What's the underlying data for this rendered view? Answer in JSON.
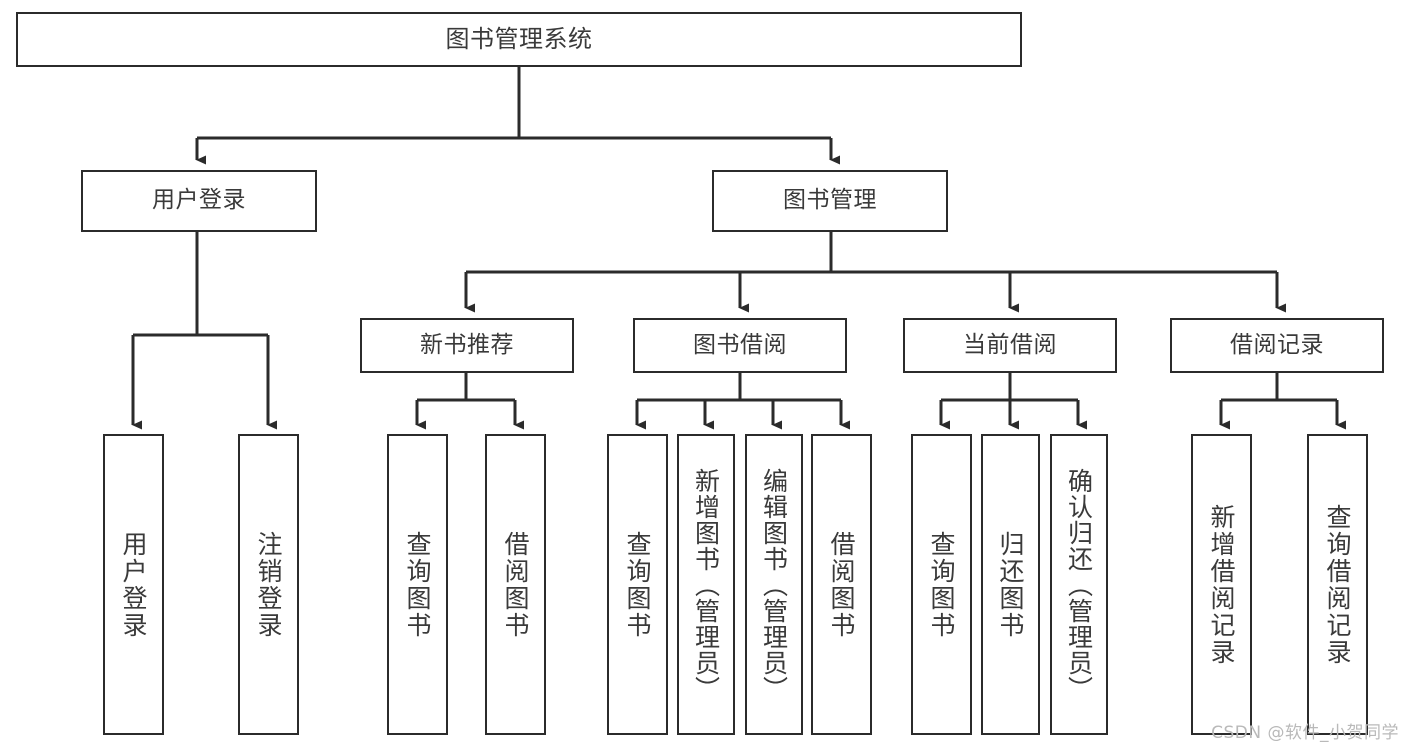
{
  "diagram": {
    "title": "图书管理系统",
    "type": "tree-hierarchy-chart",
    "orientation": "top-down",
    "colors": {
      "background": "#ffffff",
      "node_border": "#2b2b2b",
      "node_fill": "#ffffff",
      "text": "#3a3a3a",
      "edge": "#2b2b2b",
      "watermark": "#b9b9b9"
    }
  },
  "nodes": {
    "root": {
      "label": "图书管理系统"
    },
    "level1": [
      {
        "id": "user-login",
        "label": "用户登录"
      },
      {
        "id": "book-manage",
        "label": "图书管理"
      }
    ],
    "level2": [
      {
        "id": "new-book-recommend",
        "label": "新书推荐"
      },
      {
        "id": "book-borrow",
        "label": "图书借阅"
      },
      {
        "id": "current-borrow",
        "label": "当前借阅"
      },
      {
        "id": "borrow-record",
        "label": "借阅记录"
      }
    ],
    "leaves": {
      "user_login": [
        {
          "id": "leaf-user-login",
          "label": "用户登录"
        },
        {
          "id": "leaf-logout",
          "label": "注销登录"
        }
      ],
      "new_book_recommend": [
        {
          "id": "leaf-query-book-1",
          "label": "查询图书"
        },
        {
          "id": "leaf-borrow-book-1",
          "label": "借阅图书"
        }
      ],
      "book_borrow": [
        {
          "id": "leaf-query-book-2",
          "label": "查询图书"
        },
        {
          "id": "leaf-add-book",
          "label": "新增图书（管理员）"
        },
        {
          "id": "leaf-edit-book",
          "label": "编辑图书（管理员）"
        },
        {
          "id": "leaf-borrow-book-2",
          "label": "借阅图书"
        }
      ],
      "current_borrow": [
        {
          "id": "leaf-query-book-3",
          "label": "查询图书"
        },
        {
          "id": "leaf-return-book",
          "label": "归还图书"
        },
        {
          "id": "leaf-confirm-return",
          "label": "确认归还（管理员）"
        }
      ],
      "borrow_record": [
        {
          "id": "leaf-add-record",
          "label": "新增借阅记录"
        },
        {
          "id": "leaf-query-record",
          "label": "查询借阅记录"
        }
      ]
    }
  },
  "watermark": {
    "text": "CSDN @软件_小贺同学"
  }
}
